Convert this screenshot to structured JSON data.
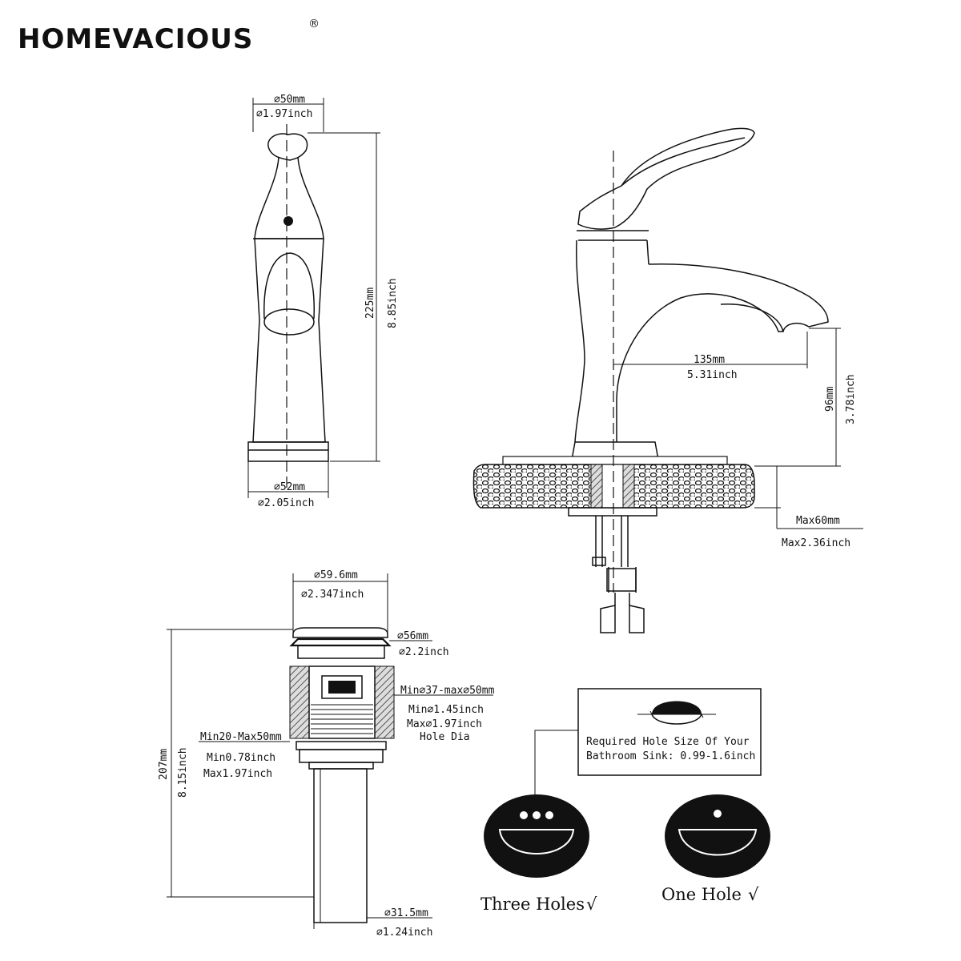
{
  "brand": {
    "name": "HOMEVACIOUS",
    "registered": "®"
  },
  "faucet_front": {
    "top_mm": "⌀50mm",
    "top_in": "⌀1.97inch",
    "height_mm": "225mm",
    "height_in": "8.85inch",
    "base_mm": "⌀52mm",
    "base_in": "⌀2.05inch"
  },
  "faucet_side": {
    "reach_mm": "135mm",
    "reach_in": "5.31inch",
    "spout_h_mm": "96mm",
    "spout_h_in": "3.78inch",
    "deck_mm": "Max60mm",
    "deck_in": "Max2.36inch"
  },
  "drain": {
    "cap_mm": "⌀59.6mm",
    "cap_in": "⌀2.347inch",
    "flange_mm": "⌀56mm",
    "flange_in": "⌀2.2inch",
    "hole_range": "Min⌀37-max⌀50mm",
    "hole_min_in": "Min⌀1.45inch",
    "hole_max_in": "Max⌀1.97inch",
    "hole_dia": "Hole Dia",
    "thick_mm": "Min20-Max50mm",
    "thick_min_in": "Min0.78inch",
    "thick_max_in": "Max1.97inch",
    "height_mm": "207mm",
    "height_in": "8.15inch",
    "tail_mm": "⌀31.5mm",
    "tail_in": "⌀1.24inch"
  },
  "sink_note": {
    "line1": "Required Hole Size Of Your",
    "line2": "Bathroom Sink: 0.99-1.6inch"
  },
  "sinks": [
    {
      "label": "Three Holes",
      "check": "√"
    },
    {
      "label": "One Hole",
      "check": "√"
    }
  ]
}
